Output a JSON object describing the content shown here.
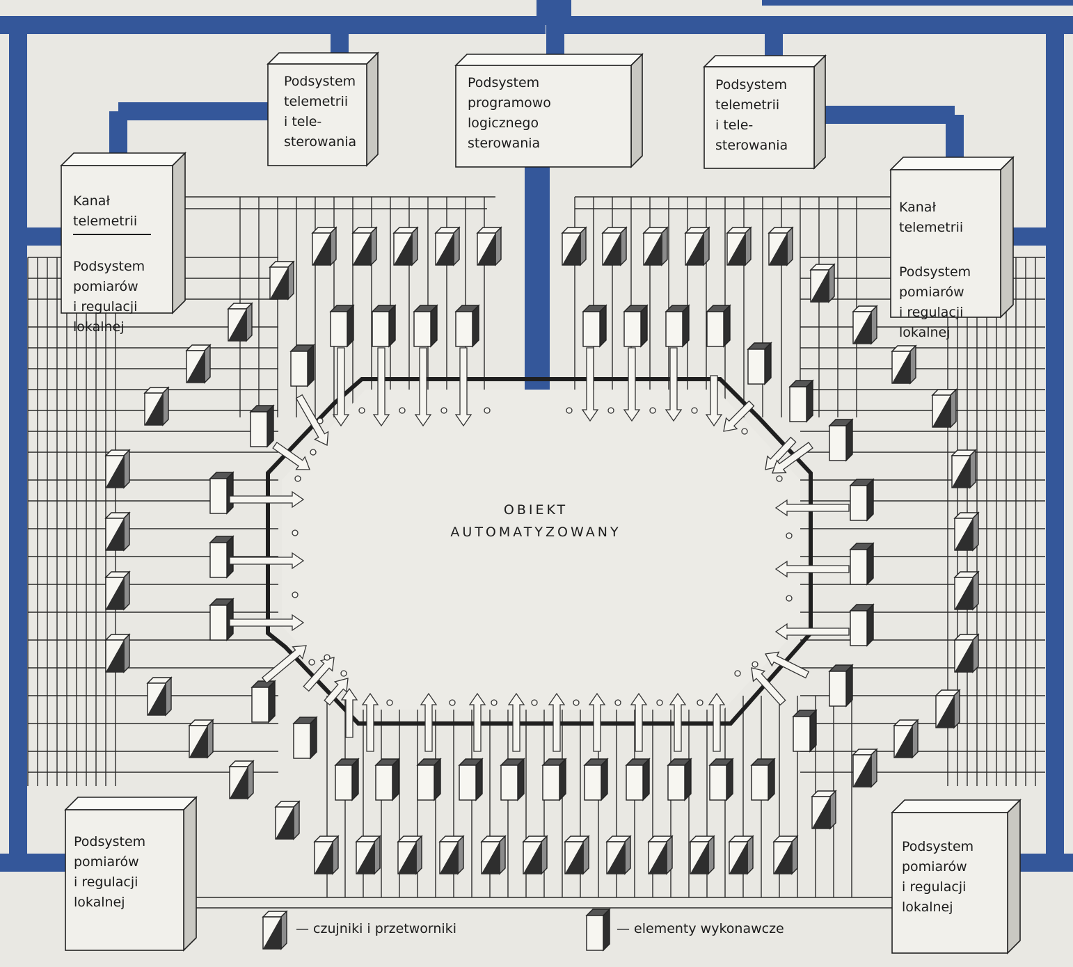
{
  "colors": {
    "background": "#e9e8e3",
    "bus": "#34579a",
    "line": "#2b2b2b",
    "box_face": "#f1f0eb",
    "box_side": "#c9c8c2",
    "element_dark": "#2e2e2e",
    "element_light": "#f7f6f1"
  },
  "top_boxes": {
    "telemetry_left": "Podsystem\ntelemetrii\ni tele-\nsterowania",
    "logic": "Podsystem\nprogramowo\nlogicznego\nsterowania",
    "telemetry_right": "Podsystem\ntelemetrii\ni tele-\nsterowania"
  },
  "side_boxes": {
    "left": {
      "top": "Kanał\ntelemetrii",
      "bottom": "Podsystem\npomiarów\ni regulacji\nlokalnej"
    },
    "right": {
      "top": "Kanał\ntelemetrii",
      "bottom": "Podsystem\npomiarów\ni regulacji\nlokalnej"
    }
  },
  "bottom_boxes": {
    "left": "Podsystem\npomiarów\ni regulacji\nlokalnej",
    "right": "Podsystem\npomiarów\ni regulacji\nlokalnej"
  },
  "center": {
    "line1": "OBIEKT",
    "line2": "AUTOMATYZOWANY"
  },
  "legend": {
    "sensors": "— czujniki i przetworniki",
    "actuators": "— elementy wykonawcze"
  },
  "icons": {
    "sensor": "sensor-transducer-icon",
    "actuator": "actuator-element-icon",
    "arrow": "signal-arrow-icon",
    "node": "connection-node-icon"
  }
}
